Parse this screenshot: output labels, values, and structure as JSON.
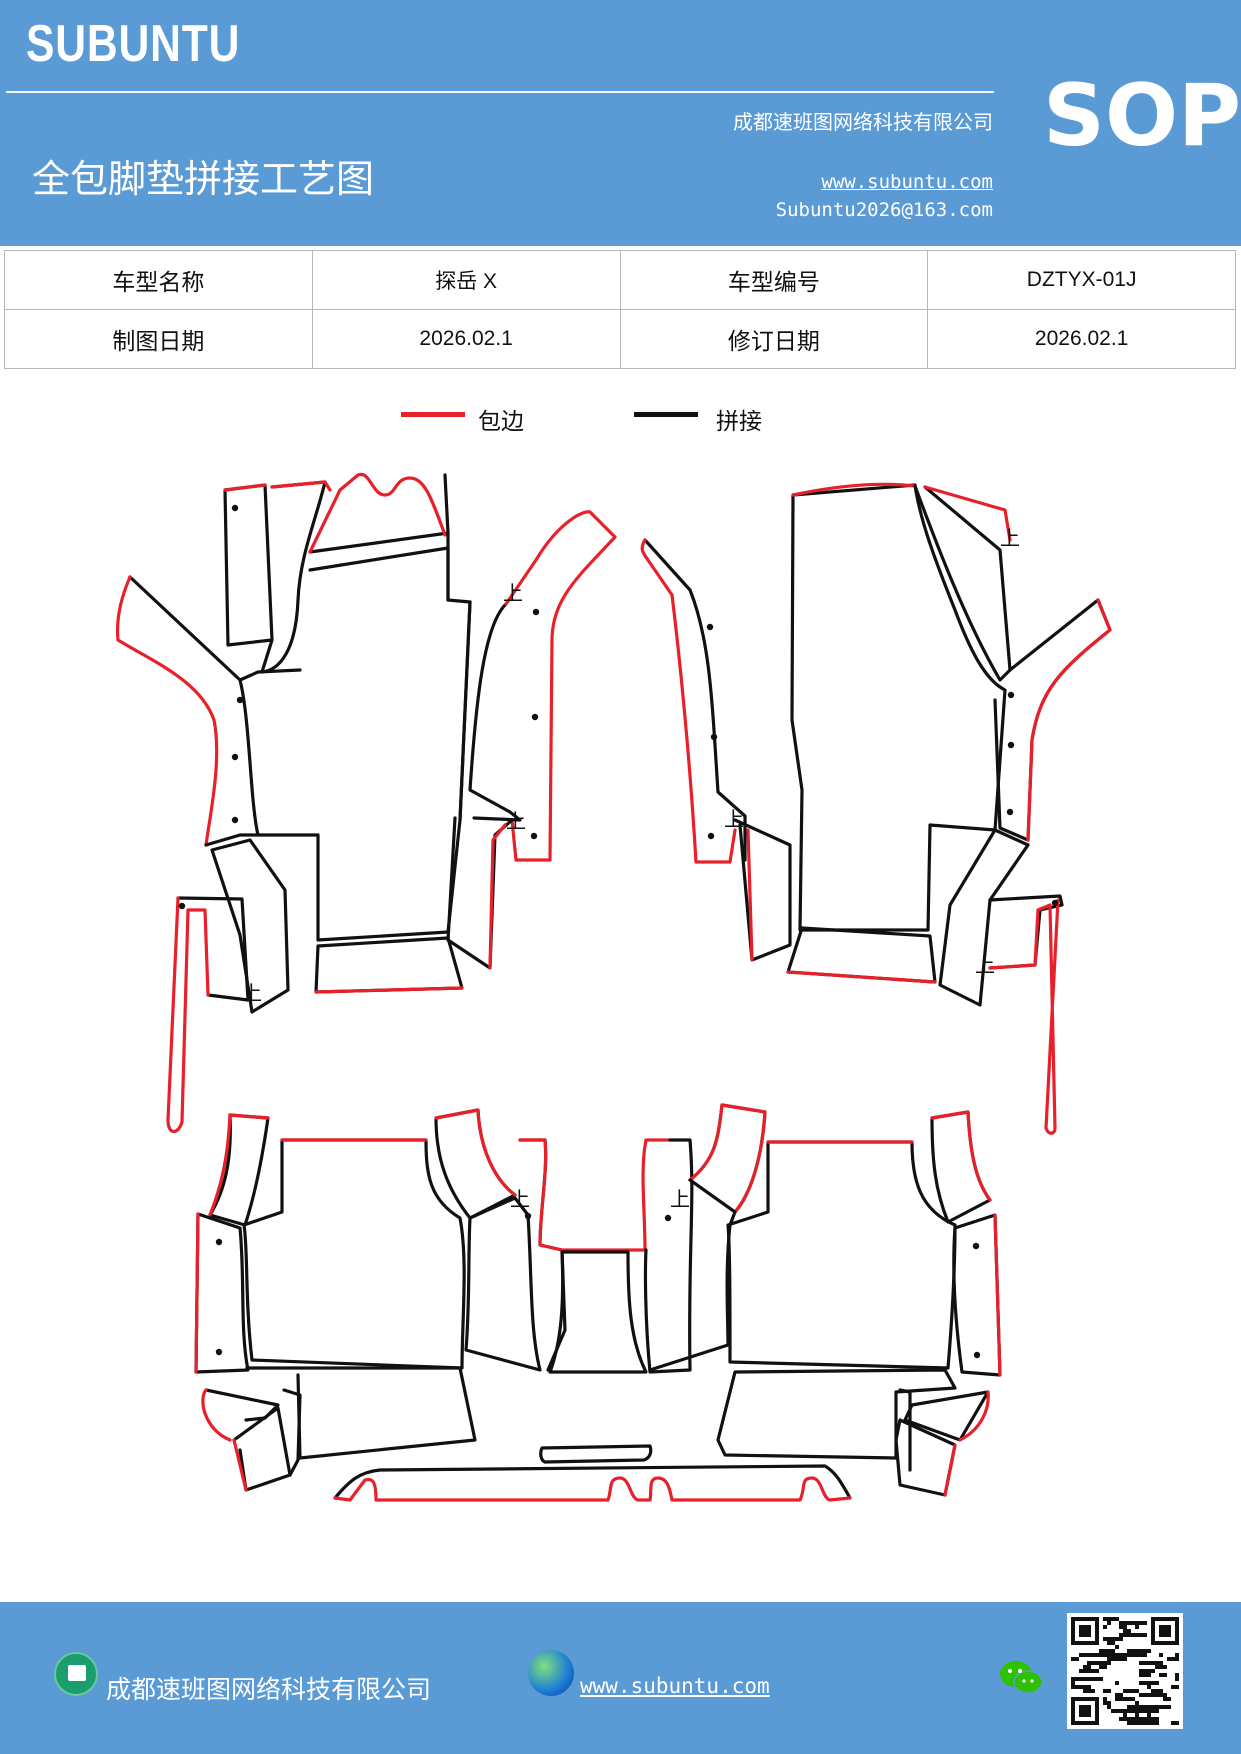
{
  "header": {
    "brand": "SUBUNTU",
    "company": "成都速班图网络科技有限公司",
    "title": "全包脚垫拼接工艺图",
    "website": "www.subuntu.com",
    "email": "Subuntu2026@163.com",
    "doc_type": "SOP"
  },
  "info_table": {
    "model_name_label": "车型名称",
    "model_name_value": "探岳 X",
    "model_code_label": "车型编号",
    "model_code_value": "DZTYX-01J",
    "draw_date_label": "制图日期",
    "draw_date_value": "2026.02.1",
    "revise_date_label": "修订日期",
    "revise_date_value": "2026.02.1"
  },
  "legend": {
    "edge_label": "包边",
    "edge_color": "#e8202a",
    "splice_label": "拼接",
    "splice_color": "#111111"
  },
  "drawing": {
    "up_mark": "上"
  },
  "footer": {
    "company": "成都速班图网络科技有限公司",
    "website": "www.subuntu.com",
    "company_icon": "building-icon",
    "web_icon": "globe-icon",
    "wechat_icon": "wechat-icon",
    "qr_icon": "qr-code-icon"
  }
}
